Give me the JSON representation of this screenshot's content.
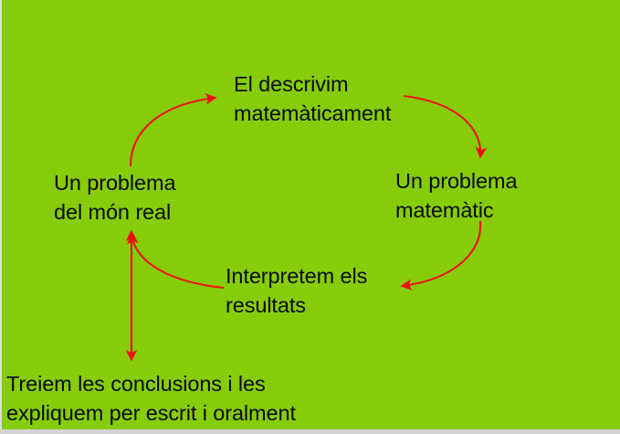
{
  "figure": {
    "background_color": "#86cc08",
    "arrow_color": "#ee1111",
    "text_color": "#0a0a0a",
    "nodes": [
      {
        "id": "describe",
        "label": "El descrivim\nmatemàticament"
      },
      {
        "id": "real",
        "label": "Un problema\ndel món real"
      },
      {
        "id": "math",
        "label": "Un problema\nmatemàtic"
      },
      {
        "id": "interpret",
        "label": "Interpretem els\nresultats"
      },
      {
        "id": "conclusion",
        "label": "Treiem les conclusions i les\nexpliquem per escrit i oralment"
      }
    ],
    "edges": [
      {
        "id": "real-to-describe",
        "from": "real",
        "to": "describe",
        "style": "curved-arrow",
        "heads": 1
      },
      {
        "id": "describe-to-math",
        "from": "describe",
        "to": "math",
        "style": "curved-arrow",
        "heads": 1
      },
      {
        "id": "math-to-interpret",
        "from": "math",
        "to": "interpret",
        "style": "curved-arrow",
        "heads": 1
      },
      {
        "id": "interpret-to-real",
        "from": "interpret",
        "to": "real",
        "style": "curved-arrow",
        "heads": 1
      },
      {
        "id": "real-conclusion-link",
        "from": "real",
        "to": "conclusion",
        "style": "straight-double-arrow",
        "heads": 2
      }
    ]
  }
}
